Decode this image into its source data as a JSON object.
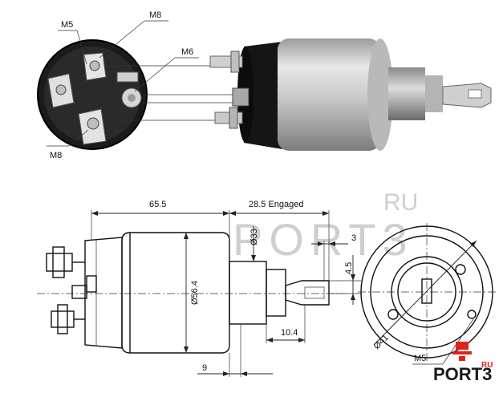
{
  "callouts": {
    "m5_top": "M5",
    "m8_top": "M8",
    "m6": "M6",
    "m8_bottom": "M8",
    "m5_bottom": "M5"
  },
  "dimensions": {
    "length_body": "65.5",
    "engaged": "28.5 Engaged",
    "dia_33": "Ø33",
    "dia_56": "Ø56.4",
    "d3": "3",
    "d45": "4.5",
    "d104": "10.4",
    "d9": "9",
    "dia_41": "Ø41"
  },
  "watermark": {
    "ru": "RU",
    "port3": "PORT3"
  },
  "brand": {
    "name": "PORT3",
    "suffix": "RU"
  },
  "colors": {
    "brand_red": "#e0211b",
    "brand_dark": "#1a1a1a",
    "watermark": "#cfcfcf"
  }
}
